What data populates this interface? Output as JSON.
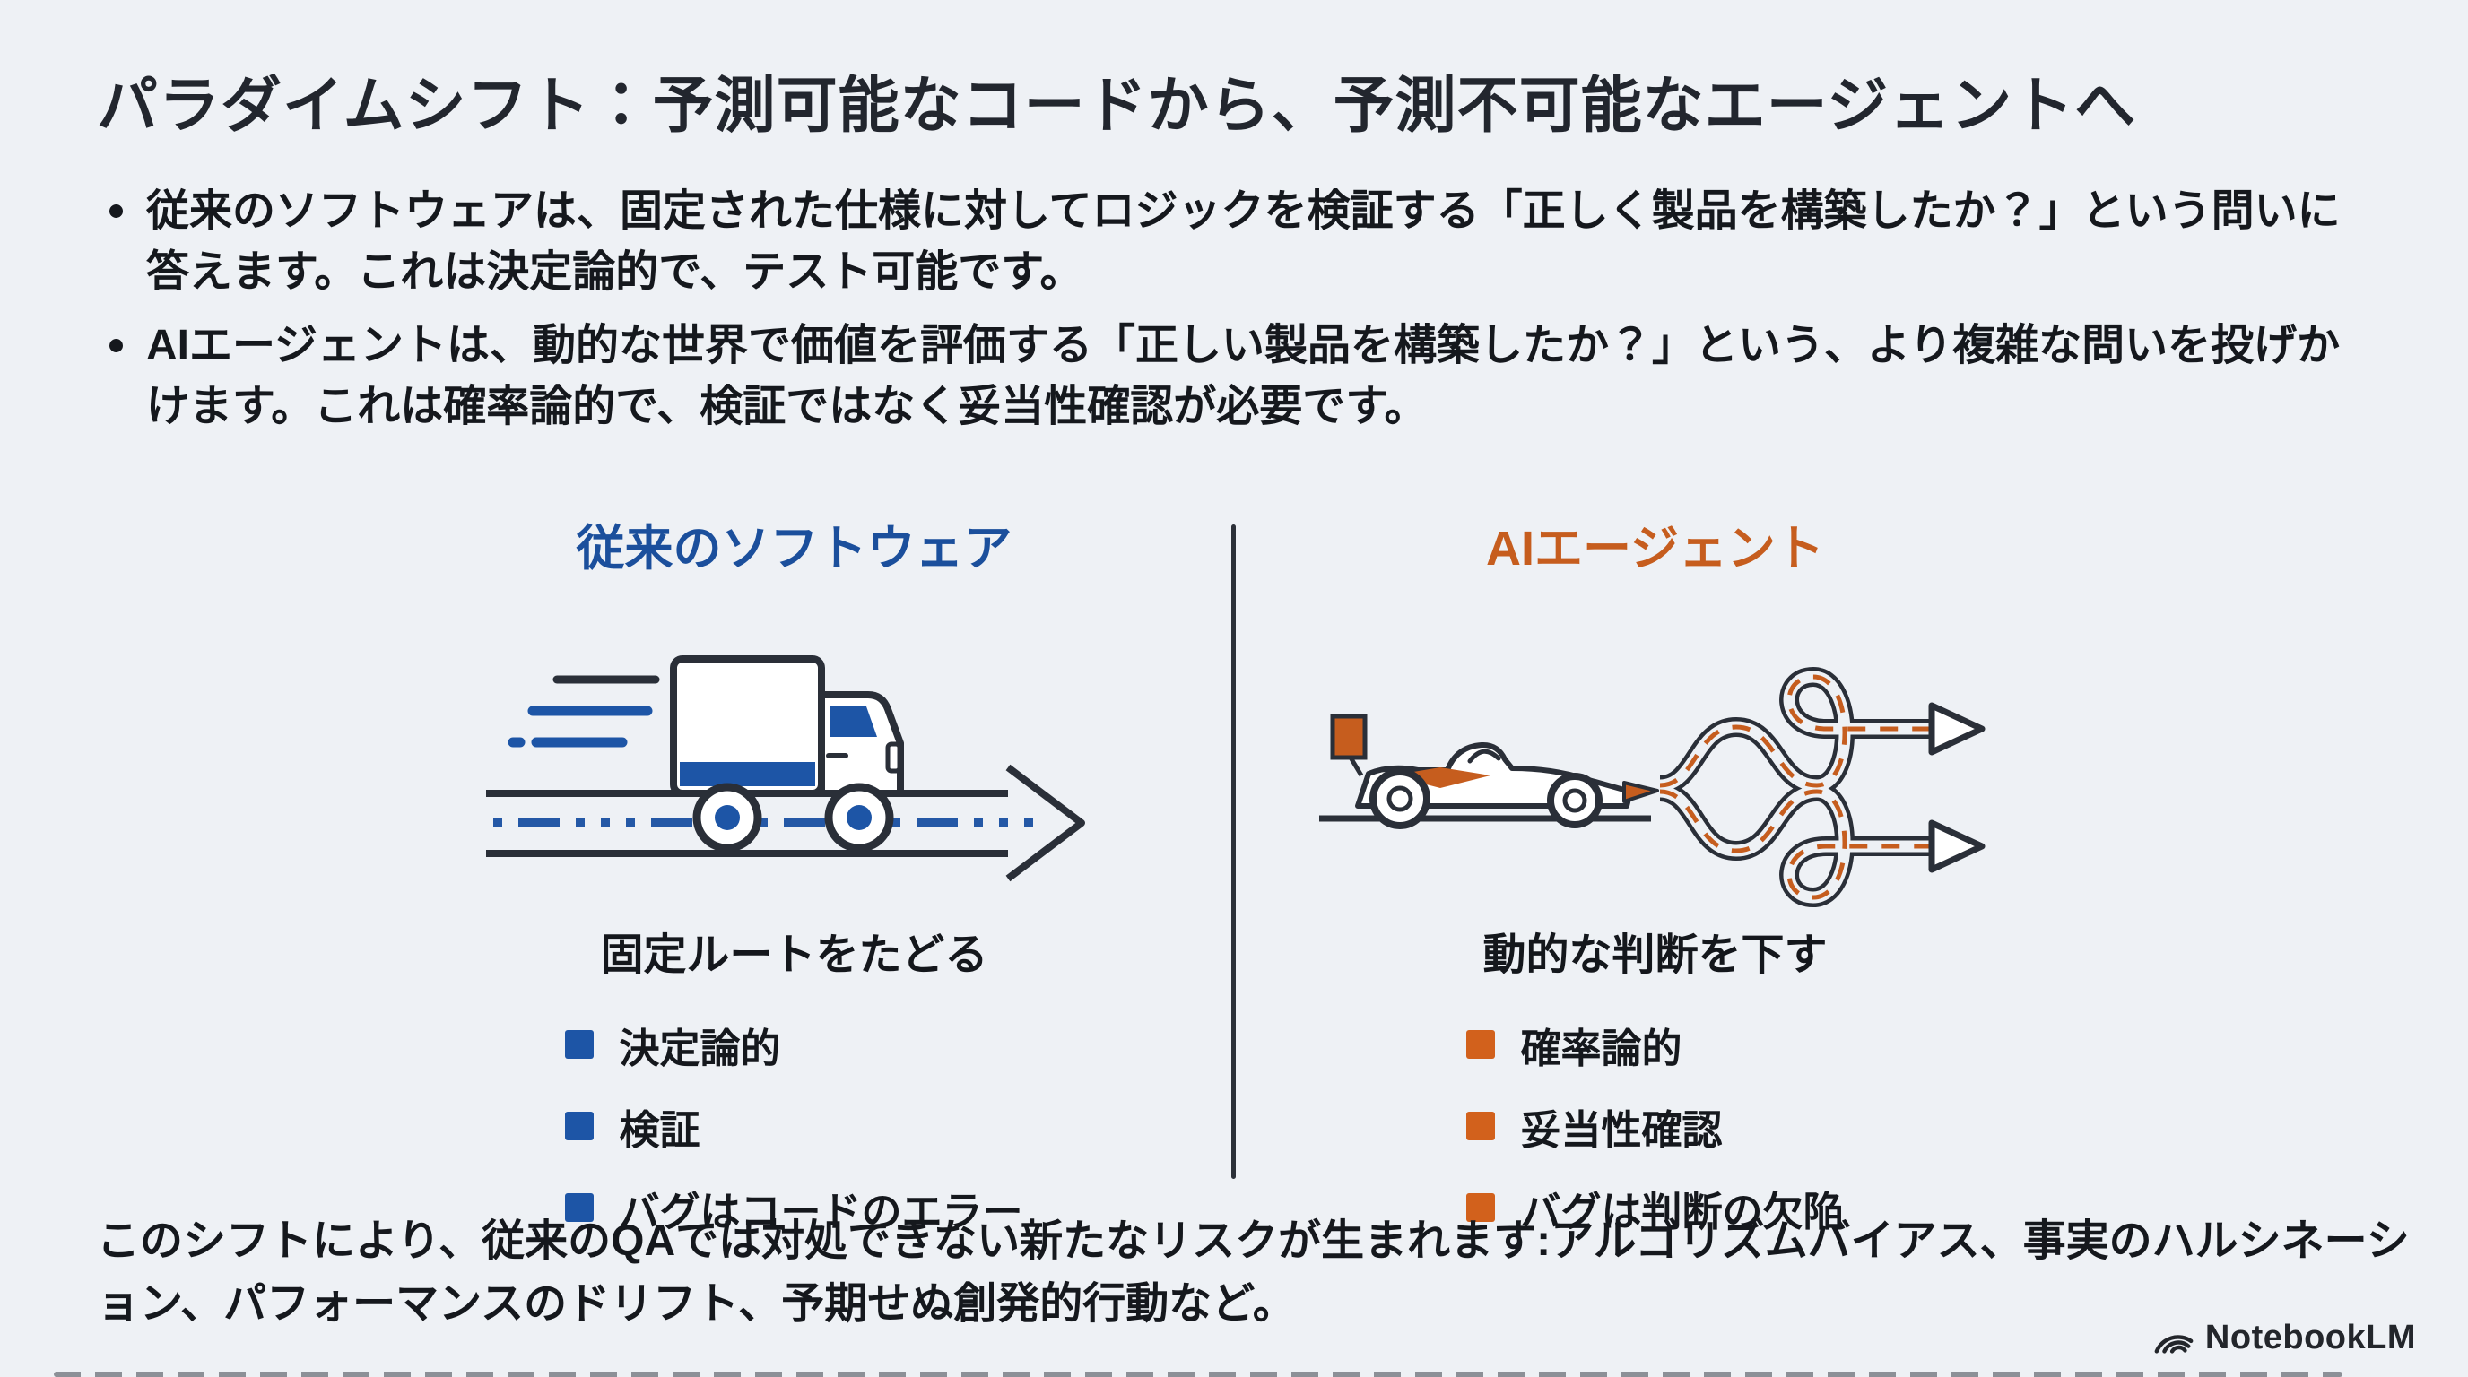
{
  "slide": {
    "title": "パラダイムシフト：予測可能なコードから、予測不可能なエージェントへ",
    "bullets": [
      "従来のソフトウェアは、固定された仕様に対してロジックを検証する「正しく製品を構築したか？」という問いに答えます。これは決定論的で、テスト可能です。",
      "AIエージェントは、動的な世界で価値を評価する「正しい製品を構築したか？」という、より複雑な問いを投げかけます。これは確率論的で、検証ではなく妥当性確認が必要です。"
    ]
  },
  "comparison": {
    "left": {
      "header": "従来のソフトウェア",
      "caption": "固定ルートをたどる",
      "items": [
        "決定論的",
        "検証",
        "バグはコードのエラー"
      ],
      "illustration": "delivery-truck-on-straight-arrow-road",
      "accent_color": "#1b4f9c",
      "bullet_color": "#1d55a6"
    },
    "right": {
      "header": "AIエージェント",
      "caption": "動的な判断を下す",
      "items": [
        "確率論的",
        "妥当性確認",
        "バグは判断の欠陥"
      ],
      "illustration": "race-car-with-branching-looping-paths",
      "accent_color": "#c65d1e",
      "bullet_color": "#d2611c"
    }
  },
  "footer": {
    "note": "このシフトにより、従来のQAでは対処できない新たなリスクが生まれます:アルゴリズムバイアス、事実のハルシネーション、パフォーマンスのドリフト、予期せぬ創発的行動など。",
    "brand": "NotebookLM"
  },
  "colors": {
    "background": "#eef1f5",
    "text": "#15181d",
    "divider": "#2b3038",
    "blue_accent": "#1b4f9c",
    "orange_accent": "#c65d1e"
  }
}
